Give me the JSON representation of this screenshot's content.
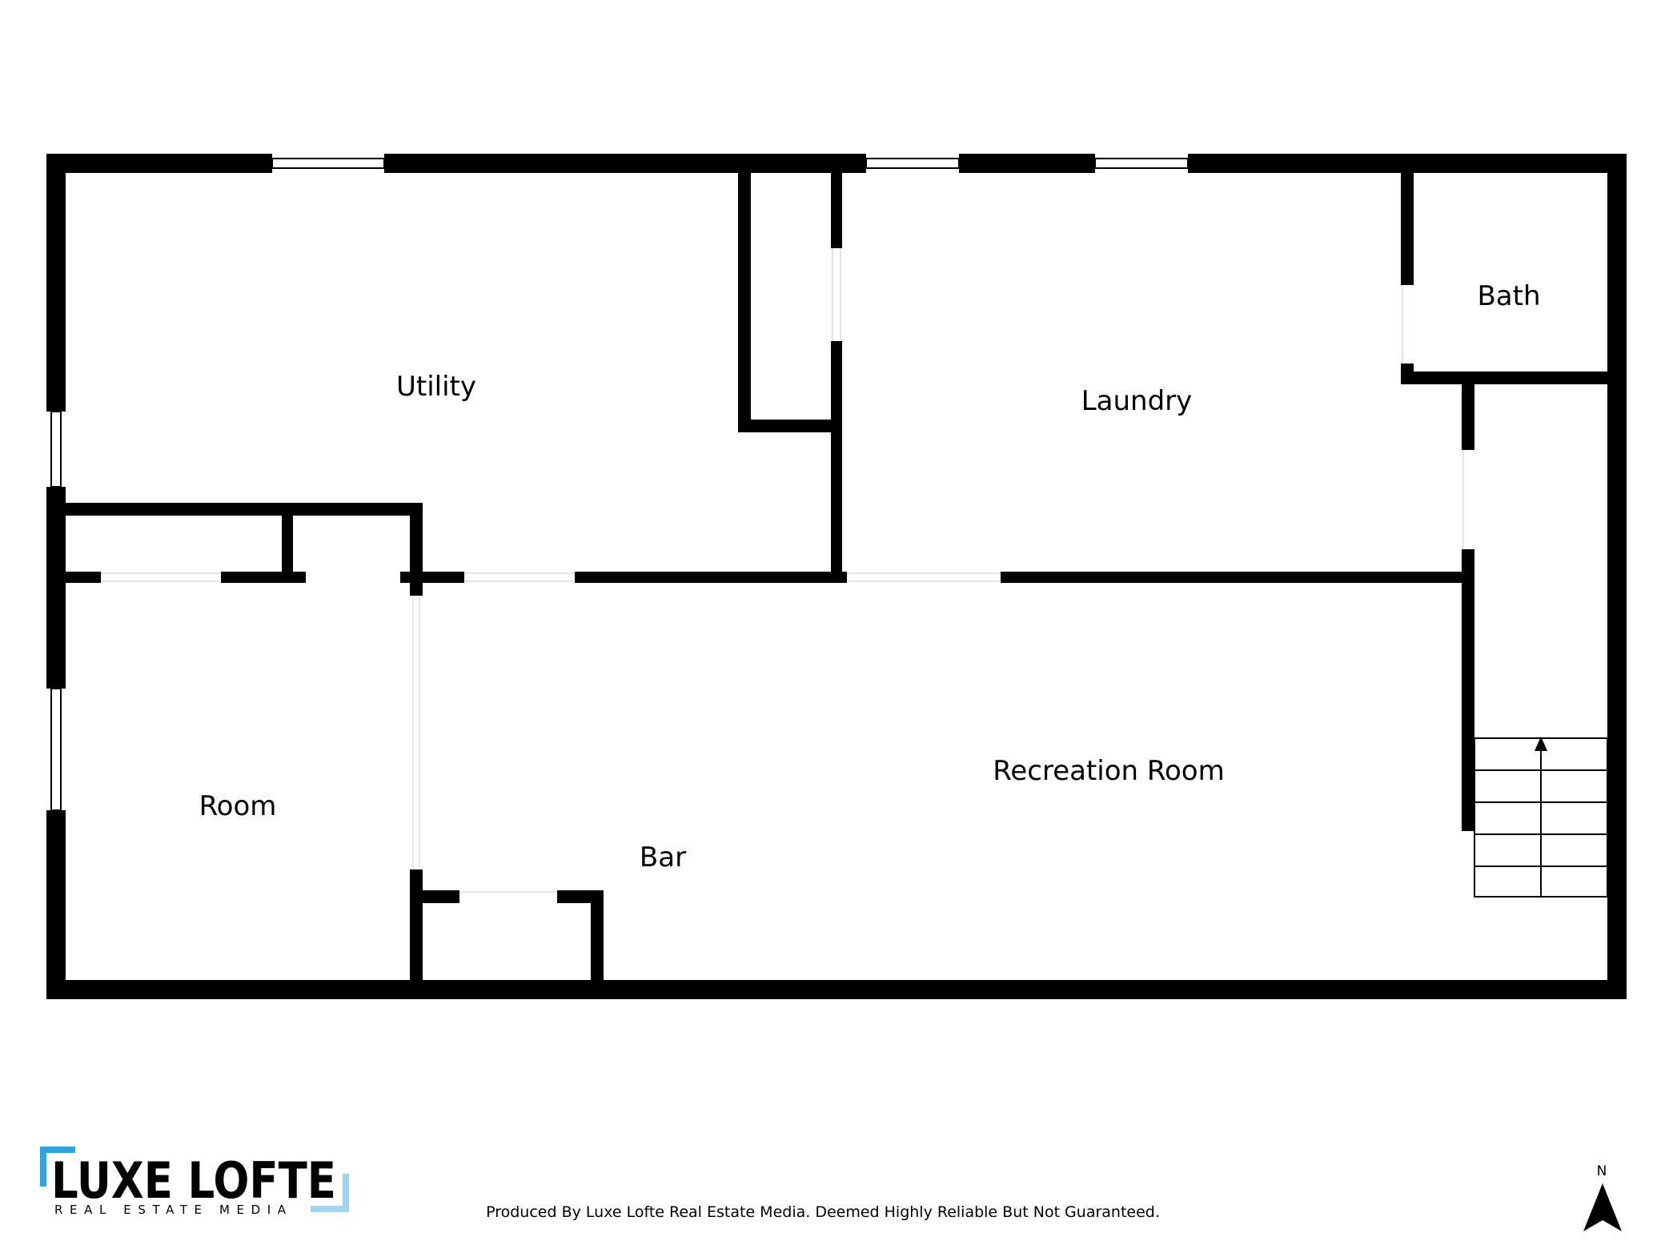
{
  "rooms": {
    "utility": "Utility",
    "laundry": "Laundry",
    "bath": "Bath",
    "room": "Room",
    "bar": "Bar",
    "recreation": "Recreation Room"
  },
  "branding": {
    "name": "LUXE LOFTE",
    "tagline": "REAL ESTATE MEDIA",
    "accent_color": "#2aa6e0"
  },
  "footer": {
    "credit": "Produced By Luxe Lofte Real Estate Media. Deemed Highly Reliable But Not Guaranteed."
  },
  "compass": {
    "label": "N"
  },
  "stairs": {
    "direction": "up"
  }
}
